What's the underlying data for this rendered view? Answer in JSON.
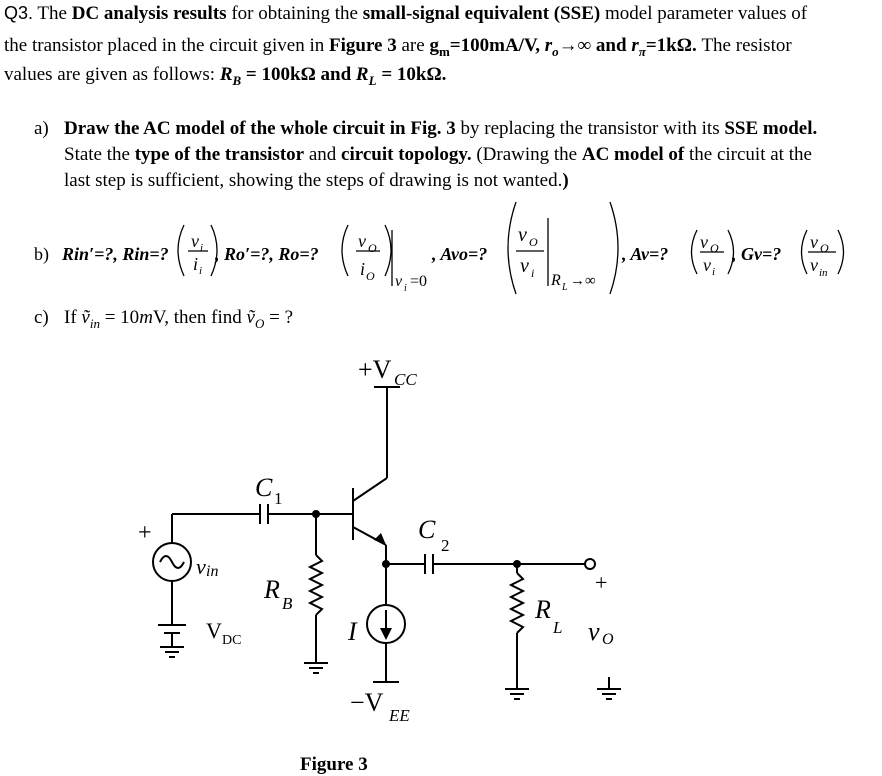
{
  "question": {
    "number": "Q3.",
    "line1": {
      "t1": " The ",
      "b1": "DC analysis results",
      "t2": " for obtaining the ",
      "b2": "small-signal equivalent (SSE)",
      "t3": " model parameter values of"
    },
    "line2": {
      "t1": "the transistor placed in the circuit given in ",
      "b1": "Figure 3",
      "t2": " are ",
      "b2": "g",
      "b2sub": "m",
      "b3": "=100mA/V, ",
      "b4": "r",
      "b4sub": "o",
      "b5": "→∞ and ",
      "b6": "r",
      "b6sub": "π",
      "b7": "=1kΩ.",
      "t3": " The resistor"
    },
    "line3": {
      "t1": "values are given as follows: ",
      "b1": "R",
      "b1sub": "B",
      "b2": " = 100kΩ and ",
      "b3": "R",
      "b3sub": "L",
      "b4": " = 10kΩ."
    }
  },
  "part_a": {
    "label": "a)",
    "line1": {
      "b1": "Draw the AC model of the whole circuit in Fig. 3",
      "t1": " by replacing the transistor with its ",
      "b2": "SSE model."
    },
    "line2": {
      "t1": "State the ",
      "b1": "type of the transistor",
      "t2": " and ",
      "b2": "circuit topology.",
      "t3": " (Drawing the ",
      "b3": "AC model of",
      "t4": " the circuit at the"
    },
    "line3": {
      "t1": "last step is sufficient, showing the steps of drawing is not wanted.",
      "t2": ")"
    }
  },
  "part_b": {
    "label": "b)",
    "rin_prime": "Rin′=?, Rin=?",
    "vi_num": "v",
    "vi_num_sub": "i",
    "ii_den": "i",
    "ii_den_sub": "i",
    "ro_prime": ", Ro′=?, Ro=?",
    "vo_num": "v",
    "vo_num_sub": "O",
    "io_den": "i",
    "io_den_sub": "O",
    "cond_vi": "v",
    "cond_vi_sub": "i",
    "cond_vi_val": "=0",
    "avo": ", Avo=?",
    "avo_num": "v",
    "avo_num_sub": "O",
    "avo_den": "v",
    "avo_den_sub": "i",
    "cond_rl": "R",
    "cond_rl_sub": "L",
    "cond_rl_val": "→∞",
    "av": ", Av=?",
    "av_num": "v",
    "av_num_sub": "O",
    "av_den": "v",
    "av_den_sub": "i",
    "gv": ", Gv=?",
    "gv_num": "v",
    "gv_num_sub": "O",
    "gv_den": "v",
    "gv_den_sub": "in"
  },
  "part_c": {
    "label": "c)",
    "t1": "If ",
    "vin": "ṽ",
    "vin_sub": "in",
    "t2": " = 10",
    "unit": "m",
    "t3": "V",
    "t4": ", then find ",
    "vo": "ṽ",
    "vo_sub": "O",
    "t5": " = ?"
  },
  "circuit": {
    "vcc_label": "+V",
    "vcc_sub": "CC",
    "vee_label": "−V",
    "vee_sub": "EE",
    "c1_label": "C",
    "c1_sub": "1",
    "c2_label": "C",
    "c2_sub": "2",
    "rb_label": "R",
    "rb_sub": "B",
    "rl_label": "R",
    "rl_sub": "L",
    "vin_label": "v",
    "vin_sub": "in",
    "vdc_label": "V",
    "vdc_sub": "DC",
    "plus_left": "+",
    "plus_right": "+",
    "i_label": "I",
    "vo_label": "v",
    "vo_sub": "O",
    "figure_caption": "Figure 3"
  }
}
